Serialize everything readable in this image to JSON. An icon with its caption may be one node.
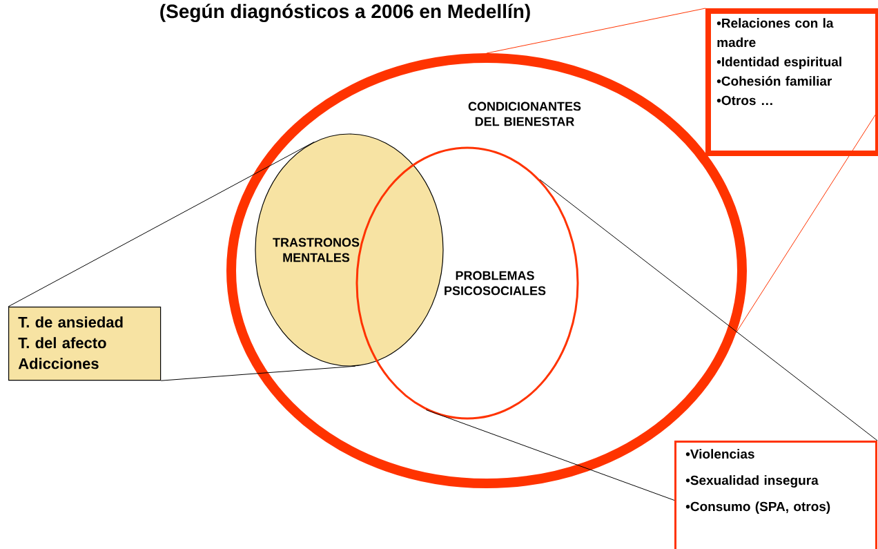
{
  "diagram": {
    "title": "(Según diagnósticos a 2006 en Medellín)",
    "nodes": [
      {
        "text": [
          "CONDICIONANTES DEL BIENESTAR"
        ]
      },
      {
        "text": [
          "TRASTRONOS MENTALES"
        ],
        "in": 0
      },
      {
        "text": [
          "PROBLEMAS PSICOSOCIALES"
        ],
        "in": 0
      },
      {
        "text": [
          "T. de ansiedad",
          "T. del afecto",
          "Adicciones"
        ]
      },
      {
        "text": [
          "•Relaciones con la madre",
          "•Identidad espiritual",
          "•Cohesión familiar",
          "•Otros …"
        ]
      },
      {
        "text": [
          "•Violencias",
          "•Sexualidad insegura",
          "•Consumo (SPA, otros)"
        ]
      }
    ],
    "edges": [
      {
        "from": 3,
        "to": 1,
        "arrow": "none"
      },
      {
        "from": 3,
        "to": 1,
        "arrow": "none"
      },
      {
        "from": 4,
        "to": 0,
        "arrow": "none",
        "color": "#ff3300"
      },
      {
        "from": 4,
        "to": 0,
        "arrow": "none",
        "color": "#ff3300"
      },
      {
        "from": 5,
        "to": 2,
        "arrow": "none"
      },
      {
        "from": 5,
        "to": 2,
        "arrow": "none"
      }
    ]
  }
}
